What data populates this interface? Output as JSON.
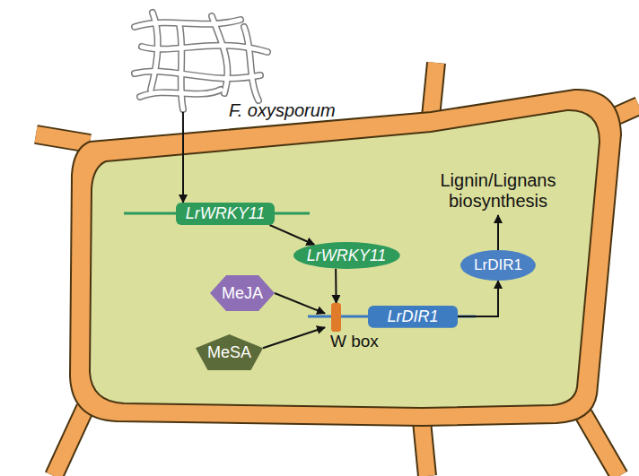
{
  "diagram": {
    "nodes": [
      {
        "text": [
          "F. oxysporum"
        ]
      },
      {
        "text": [
          "LrWRKY11"
        ]
      },
      {
        "text": [
          "LrWRKY11"
        ]
      },
      {
        "text": [
          "MeJA"
        ]
      },
      {
        "text": [
          "MeSA"
        ]
      },
      {
        "text": [
          "W box"
        ]
      },
      {
        "text": [
          "LrDIR1"
        ]
      },
      {
        "text": [
          "LrDIR1"
        ]
      },
      {
        "text": [
          "Lignin/Lignans biosynthesis"
        ]
      }
    ],
    "edges": [
      {
        "from": 0,
        "to": 1,
        "arrow": "to"
      },
      {
        "from": 1,
        "to": 2,
        "arrow": "to"
      },
      {
        "from": 2,
        "to": 5,
        "arrow": "to"
      },
      {
        "from": 3,
        "to": 5,
        "arrow": "to"
      },
      {
        "from": 4,
        "to": 5,
        "arrow": "to"
      },
      {
        "from": 6,
        "to": 7,
        "arrow": "to"
      },
      {
        "from": 7,
        "to": 8,
        "arrow": "to"
      }
    ]
  }
}
